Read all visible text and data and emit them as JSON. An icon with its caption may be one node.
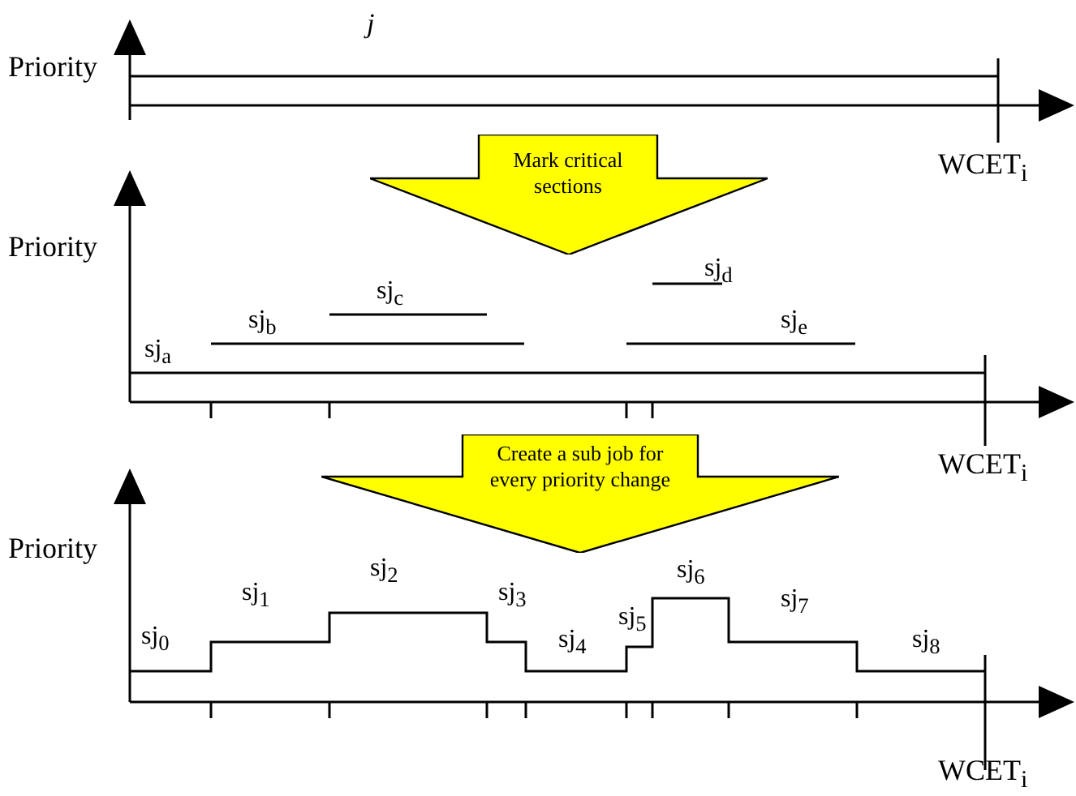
{
  "diagram": {
    "nodes": [
      {
        "text": [
          "Mark critical sections"
        ]
      },
      {
        "text": [
          "Create a sub job for every priority change"
        ]
      }
    ],
    "labels": [
      "j",
      "Priority",
      "WCET$_{i}$",
      "Priority",
      "sj$_{d}$",
      "sj$_{c}$",
      "sj$_{b}$",
      "sj$_{e}$",
      "sj$_{a}$",
      "WCET$_{i}$",
      "Priority",
      "sj$_{2}$",
      "sj$_{6}$",
      "sj$_{1}$",
      "sj$_{3}$",
      "sj$_{7}$",
      "sj$_{5}$",
      "sj$_{0}$",
      "sj$_{4}$",
      "sj$_{8}$",
      "WCET$_{i}$"
    ]
  }
}
